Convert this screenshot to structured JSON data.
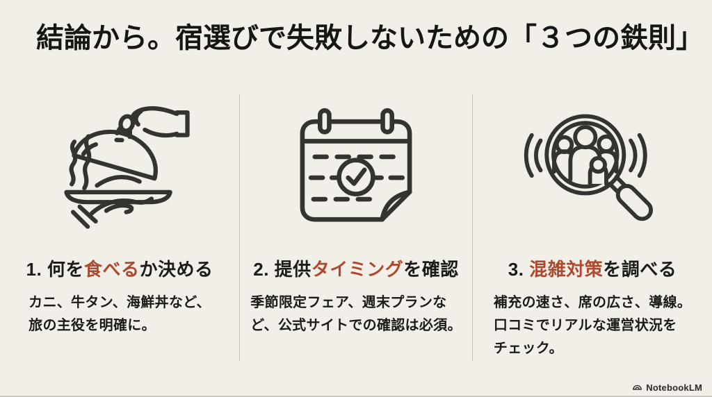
{
  "slide": {
    "title": "結論から。宿選びで失敗しないための「３つの鉄則」",
    "background_color": "#f1efe8",
    "accent_color": "#ac4a2f",
    "ink_color": "#1d1b19",
    "icon_stroke_color": "#35332f",
    "divider_color": "#c4c2ba"
  },
  "columns": [
    {
      "icon": "cloche-hand-icon",
      "heading": {
        "prefix": "1. 何を",
        "highlight": "食べる",
        "suffix": "か決める"
      },
      "body": "カニ、牛タン、海鮮丼など、\n旅の主役を明確に。"
    },
    {
      "icon": "calendar-check-icon",
      "heading": {
        "prefix": "2. 提供",
        "highlight": "タイミング",
        "suffix": "を確認"
      },
      "body": "季節限定フェア、週末プランな\nど、公式サイトでの確認は必須。"
    },
    {
      "icon": "crowd-magnifier-icon",
      "heading": {
        "prefix": "3. ",
        "highlight": "混雑対策",
        "suffix": "を調べる"
      },
      "body": "補充の速さ、席の広さ、導線。\n口コミでリアルな運営状況を\nチェック。"
    }
  ],
  "footer": {
    "brand": "NotebookLM"
  }
}
